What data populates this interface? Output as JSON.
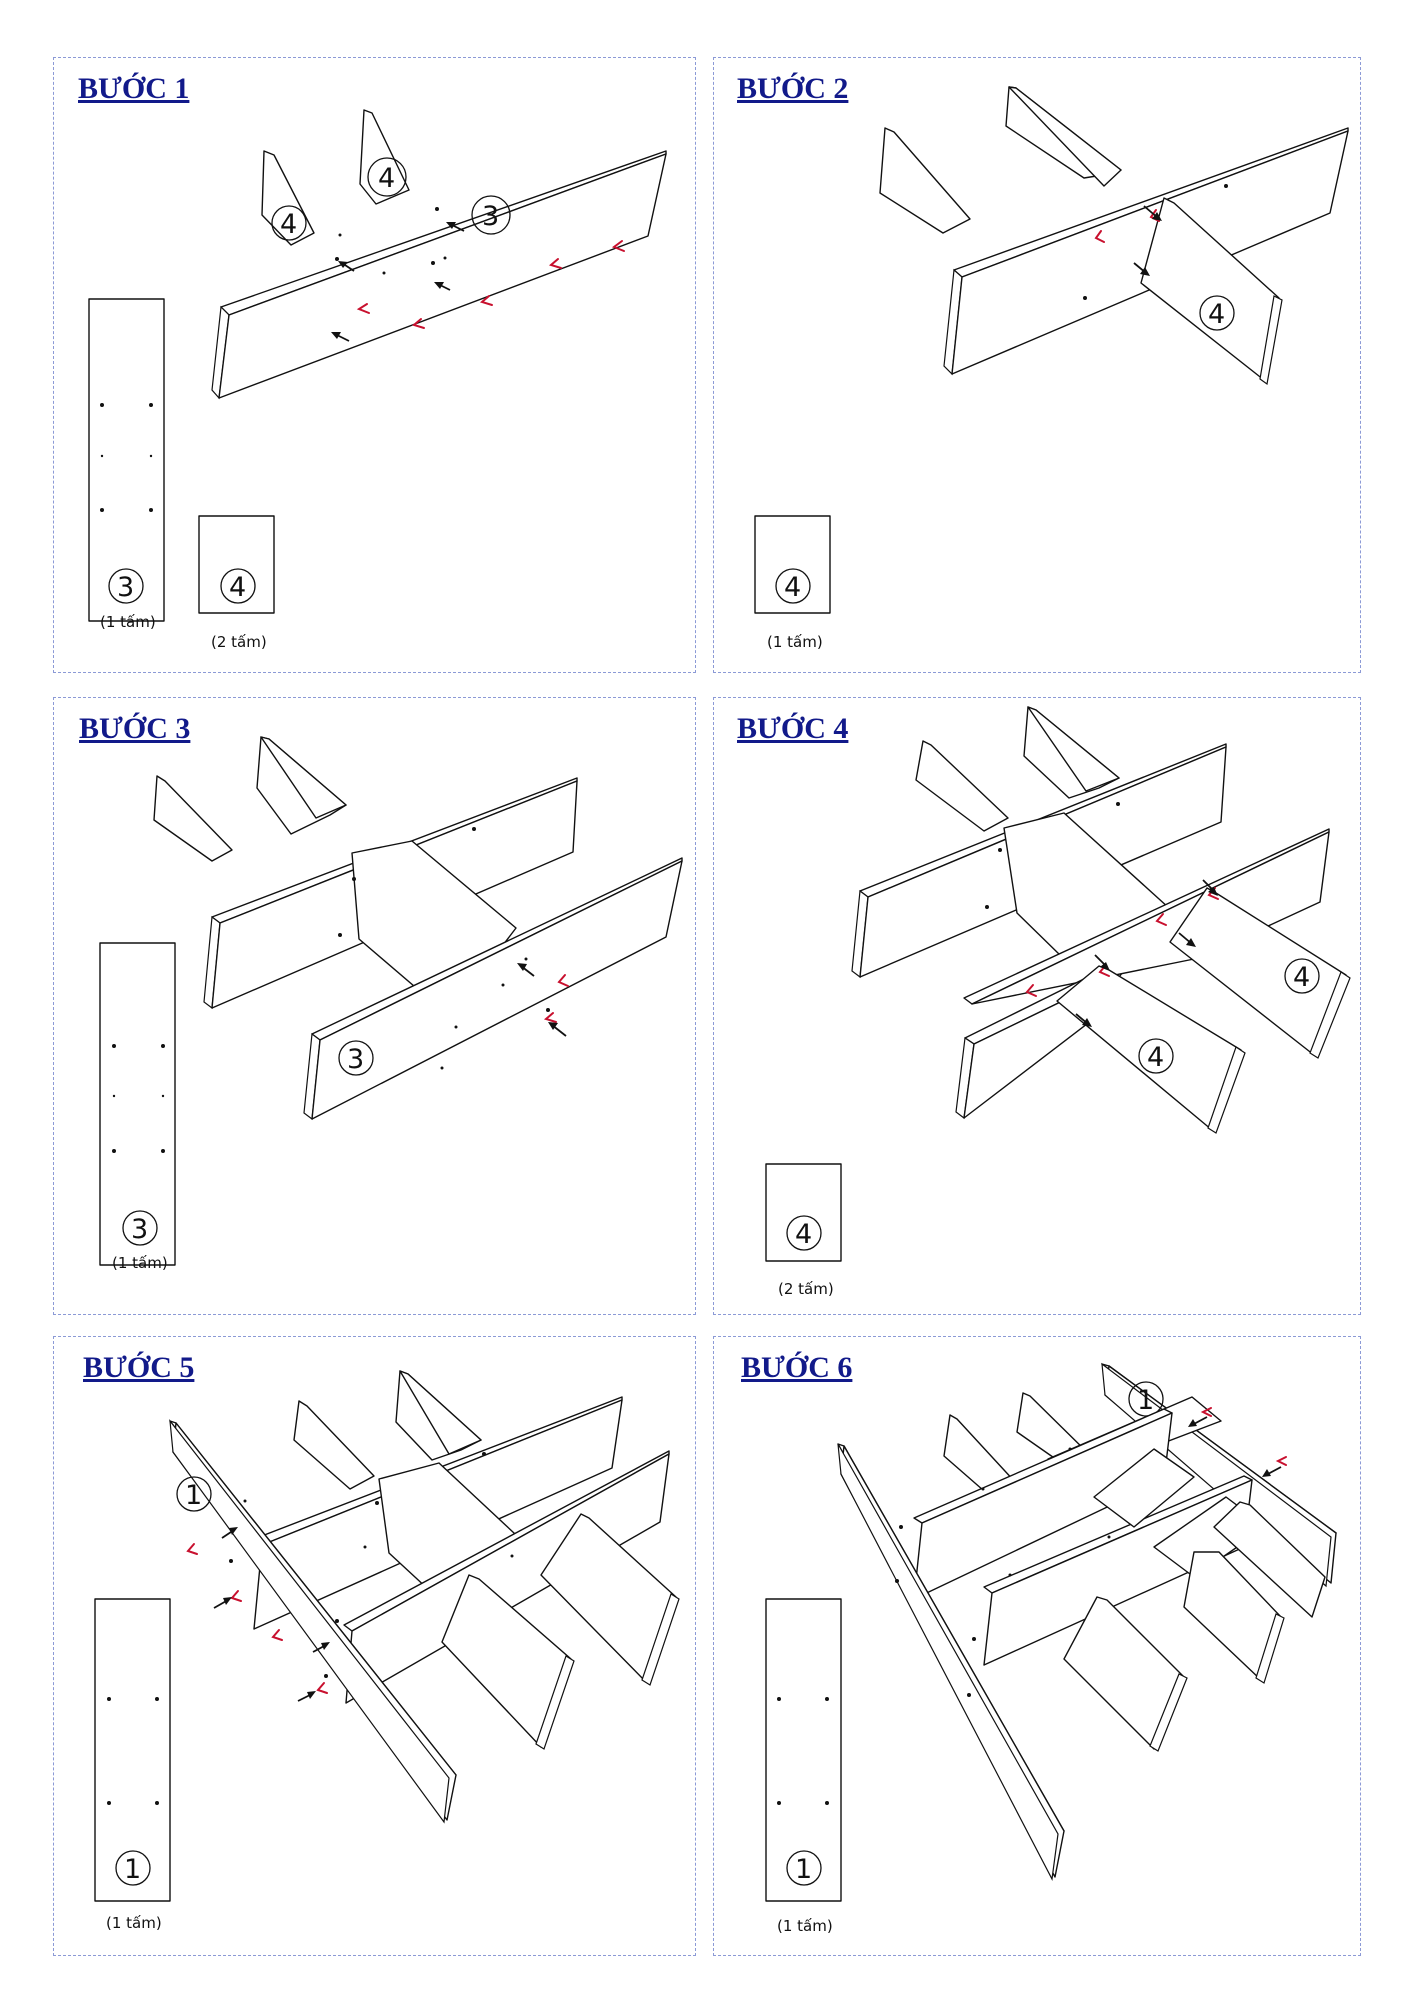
{
  "steps": [
    {
      "title": "BƯỚC 1",
      "parts": [
        {
          "num": "3",
          "qty": "(1 tấm)"
        },
        {
          "num": "4",
          "qty": "(2 tấm)"
        }
      ],
      "labels": [
        "4",
        "4",
        "3"
      ]
    },
    {
      "title": "BƯỚC 2",
      "parts": [
        {
          "num": "4",
          "qty": "(1 tấm)"
        }
      ],
      "labels": [
        "4"
      ]
    },
    {
      "title": "BƯỚC 3",
      "parts": [
        {
          "num": "3",
          "qty": "(1 tấm)"
        }
      ],
      "labels": [
        "3"
      ]
    },
    {
      "title": "BƯỚC 4",
      "parts": [
        {
          "num": "4",
          "qty": "(2 tấm)"
        }
      ],
      "labels": [
        "4",
        "4"
      ]
    },
    {
      "title": "BƯỚC 5",
      "parts": [
        {
          "num": "1",
          "qty": "(1 tấm)"
        }
      ],
      "labels": [
        "1"
      ]
    },
    {
      "title": "BƯỚC 6",
      "parts": [
        {
          "num": "1",
          "qty": "(1 tấm)"
        }
      ],
      "labels": [
        "1"
      ]
    }
  ],
  "colors": {
    "title": "#121a8a",
    "border": "#8c9ad6",
    "cam_marker": "#c8102e",
    "arrow": "#111111"
  }
}
